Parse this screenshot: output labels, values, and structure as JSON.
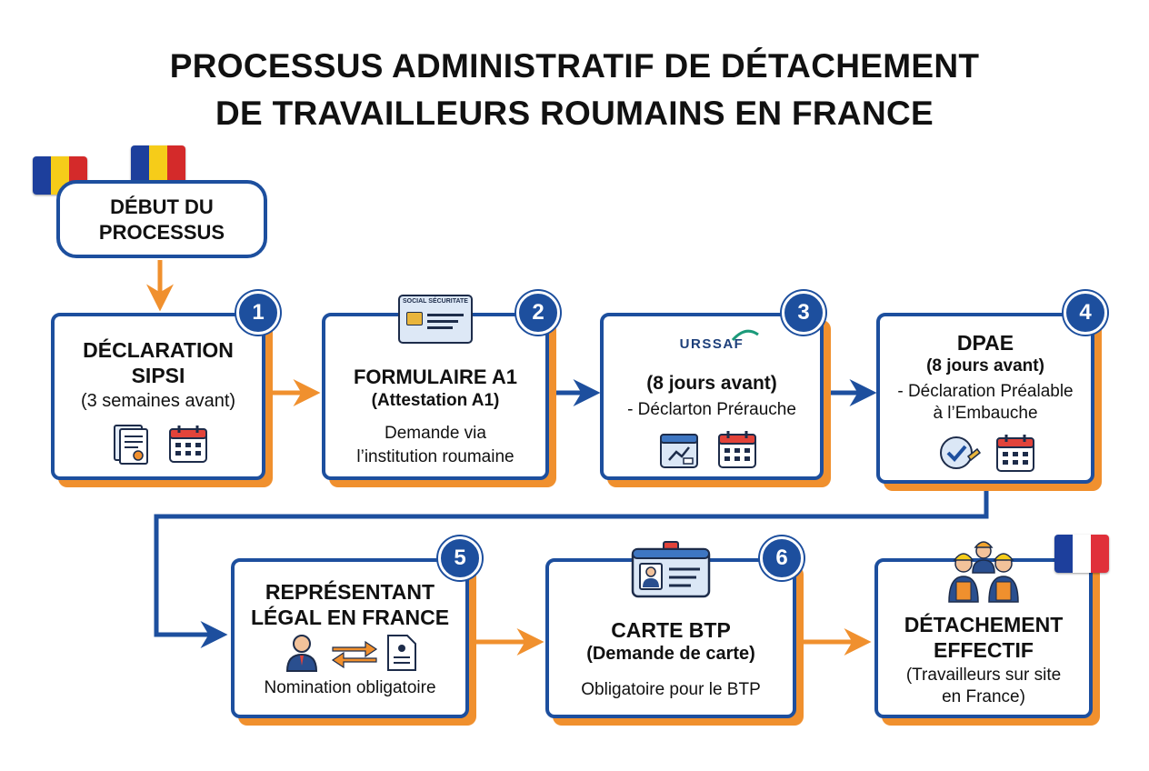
{
  "title": {
    "line1": "PROCESSUS ADMINISTRATIF DE DÉTACHEMENT",
    "line2": "DE TRAVAILLEURS ROUMAINS EN FRANCE"
  },
  "start": {
    "line1": "DÉBUT DU",
    "line2": "PROCESSUS"
  },
  "steps": [
    {
      "number": "1",
      "title1": "DÉCLARATION",
      "title2": "SIPSI",
      "subtitle": "(3 semaines avant)"
    },
    {
      "number": "2",
      "card_label": "SOCIAL SÉCURITATE",
      "title": "FORMULAIRE A1",
      "subtitle": "(Attestation A1)",
      "desc1": "Demande via",
      "desc2": "l’institution roumaine"
    },
    {
      "number": "3",
      "logo": "URSSAF",
      "subtitle": "(8 jours avant)",
      "desc": "- Déclarton Prérauche"
    },
    {
      "number": "4",
      "title": "DPAE",
      "subtitle": "(8 jours avant)",
      "desc1": "- Déclaration Préalable",
      "desc2": "à l’Embauche"
    },
    {
      "number": "5",
      "title1": "REPRÉSENTANT",
      "title2": "LÉGAL EN FRANCE",
      "desc": "Nomination obligatoire"
    },
    {
      "number": "6",
      "title": "CARTE BTP",
      "subtitle": "(Demande de carte)",
      "desc": "Obligatoire pour le BTP"
    },
    {
      "title1": "DÉTACHEMENT",
      "title2": "EFFECTIF",
      "desc1": "(Travailleurs sur site",
      "desc2": "en France)"
    }
  ],
  "colors": {
    "primary": "#1d4f9e",
    "accent": "#f0902e",
    "ro_blue": "#1d3f9c",
    "ro_yellow": "#f6cc19",
    "ro_red": "#d42a2a",
    "fr_blue": "#1d3f9c",
    "fr_white": "#ffffff",
    "fr_red": "#e0303a"
  },
  "icons": [
    "romania-flag-icon",
    "document-icon",
    "calendar-icon",
    "id-card-icon",
    "urssaf-logo",
    "check-icon",
    "person-icon",
    "exchange-arrows-icon",
    "badge-icon",
    "workers-icon",
    "france-flag-icon"
  ]
}
